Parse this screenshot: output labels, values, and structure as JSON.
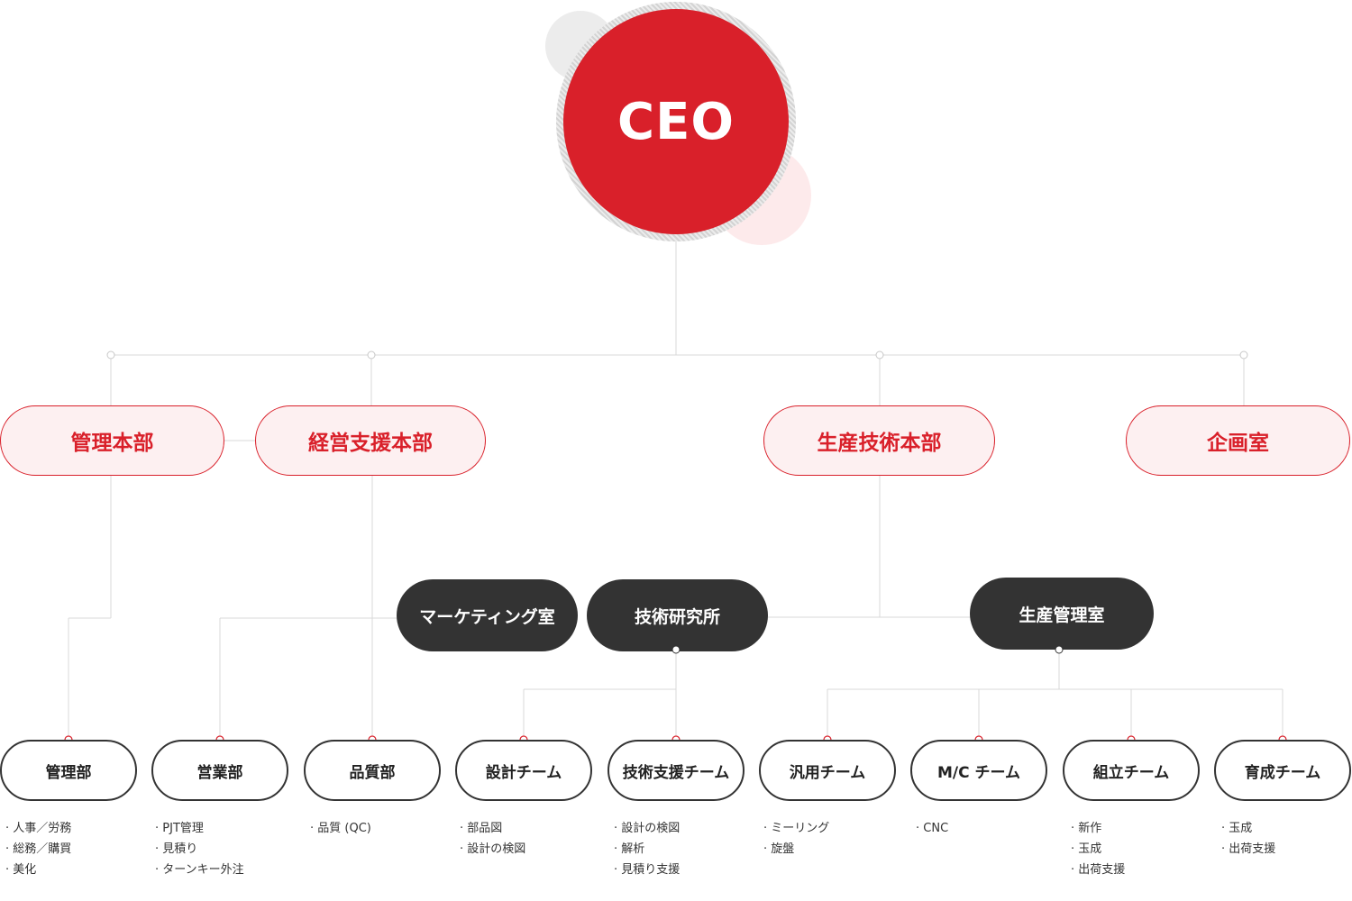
{
  "ceo": {
    "label": "CEO"
  },
  "divisions": [
    {
      "label": "管理本部"
    },
    {
      "label": "経営支援本部"
    },
    {
      "label": "生産技術本部"
    },
    {
      "label": "企画室"
    }
  ],
  "offices": [
    {
      "label": "マーケティング室"
    },
    {
      "label": "技術研究所"
    },
    {
      "label": "生産管理室"
    }
  ],
  "teams": [
    {
      "label": "管理部",
      "items": [
        "人事／労務",
        "総務／購買",
        "美化"
      ]
    },
    {
      "label": "営業部",
      "items": [
        "PJT管理",
        "見積り",
        "ターンキー外注"
      ]
    },
    {
      "label": "品質部",
      "items": [
        "品質 (QC)"
      ]
    },
    {
      "label": "設計チーム",
      "items": [
        "部品図",
        "設計の検図"
      ]
    },
    {
      "label": "技術支援チーム",
      "items": [
        "設計の検図",
        "解析",
        "見積り支援"
      ]
    },
    {
      "label": "汎用チーム",
      "items": [
        "ミーリング",
        "旋盤"
      ]
    },
    {
      "label": "M/C チーム",
      "items": [
        "CNC"
      ]
    },
    {
      "label": "組立チーム",
      "items": [
        "新作",
        "玉成",
        "出荷支援"
      ]
    },
    {
      "label": "育成チーム",
      "items": [
        "玉成",
        "出荷支援"
      ]
    }
  ],
  "colors": {
    "accent": "#d9202a",
    "dark": "#333333",
    "line": "#d8d8d8"
  }
}
